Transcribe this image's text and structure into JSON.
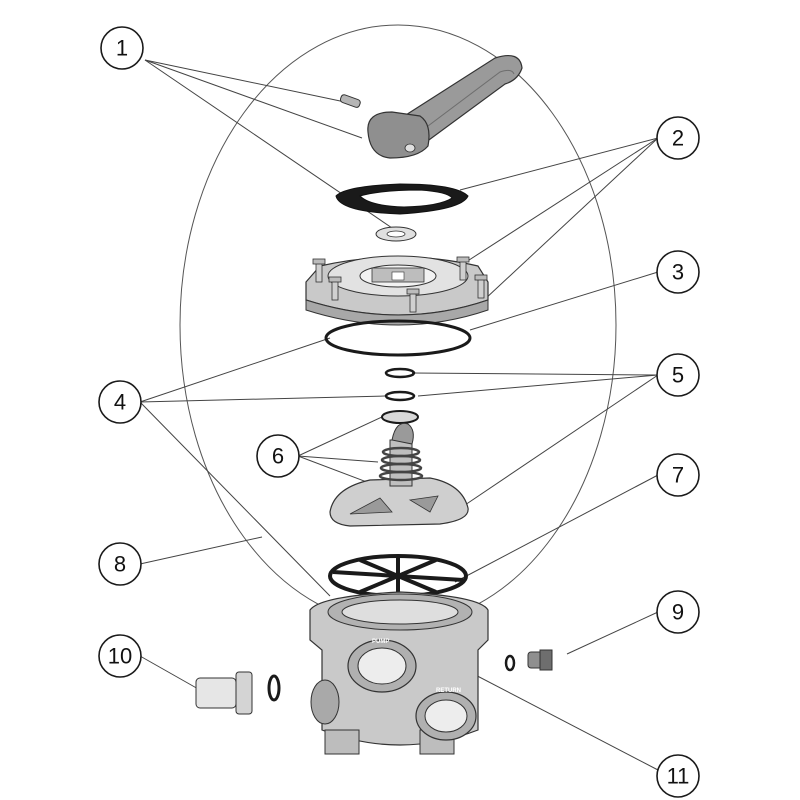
{
  "callouts": [
    {
      "id": "1",
      "label": "1"
    },
    {
      "id": "2",
      "label": "2"
    },
    {
      "id": "3",
      "label": "3"
    },
    {
      "id": "4",
      "label": "4"
    },
    {
      "id": "5",
      "label": "5"
    },
    {
      "id": "6",
      "label": "6"
    },
    {
      "id": "7",
      "label": "7"
    },
    {
      "id": "8",
      "label": "8"
    },
    {
      "id": "9",
      "label": "9"
    },
    {
      "id": "10",
      "label": "10"
    },
    {
      "id": "11",
      "label": "11"
    }
  ],
  "body_stamps": {
    "pump": "PUMP",
    "return": "RETURN"
  },
  "colors": {
    "part_fill": "#c9c9c9",
    "part_dark": "#8a8a8a",
    "part_light": "#e6e6e6",
    "gasket": "#1a1a1a",
    "line": "#444444"
  }
}
